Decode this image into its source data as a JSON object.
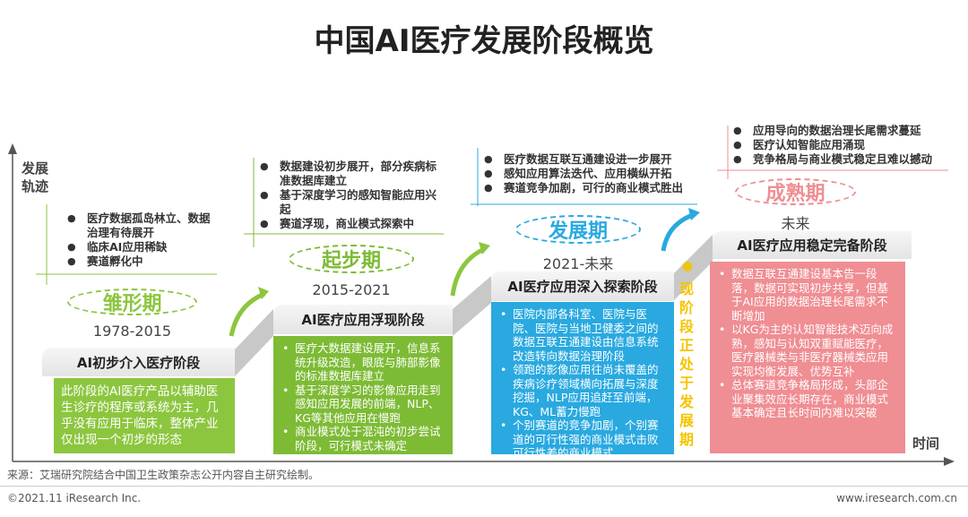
{
  "title": "中国AI医疗发展阶段概览",
  "axis": {
    "y_label": "发展轨迹",
    "x_label": "时间"
  },
  "stages": [
    {
      "name": "雏形期",
      "years": "1978-2015",
      "header": "AI初步介入医疗阶段",
      "color": "#8cc63f",
      "bullets": [
        "医疗数据孤岛林立、数据治理有待展开",
        "临床AI应用稀缺",
        "赛道孵化中"
      ],
      "description": "此阶段的AI医疗产品以辅助医生诊疗的程序或系统为主，几乎没有应用于临床，整体产业仅出现一个初步的形态"
    },
    {
      "name": "起步期",
      "years": "2015-2021",
      "header": "AI医疗应用浮现阶段",
      "color": "#7dbb35",
      "bullets": [
        "数据建设初步展开，部分疾病标准数据库建立",
        "基于深度学习的感知智能应用兴起",
        "赛道浮现，商业模式探索中"
      ],
      "details": [
        "医疗大数据建设展开，信息系统升级改造，眼底与肺部影像的标准数据库建立",
        "基于深度学习的影像应用走到感知应用发展的前端，NLP、KG等其他应用在慢跑",
        "商业模式处于混沌的初步尝试阶段，可行模式未确定"
      ]
    },
    {
      "name": "发展期",
      "years": "2021-未来",
      "header": "AI医疗应用深入探索阶段",
      "color": "#29a9e0",
      "bullets": [
        "医疗数据互联互通建设进一步展开",
        "感知应用算法迭代、应用横纵开拓",
        "赛道竞争加剧，可行的商业模式胜出"
      ],
      "details": [
        "医院内部各科室、医院与医院、医院与当地卫健委之间的数据互联互通建设由信息系统改造转向数据治理阶段",
        "领跑的影像应用往尚未覆盖的疾病诊疗领域横向拓展与深度挖掘，NLP应用追赶至前端，KG、ML蓄力慢跑",
        "个别赛道的竞争加剧，个别赛道的可行性强的商业模式击败可行性差的商业模式"
      ]
    },
    {
      "name": "成熟期",
      "years": "未来",
      "header": "AI医疗应用稳定完备阶段",
      "color": "#ef8e93",
      "bullets": [
        "应用导向的数据治理长尾需求蔓延",
        "医疗认知智能应用涌现",
        "竞争格局与商业模式稳定且难以撼动"
      ],
      "details": [
        "数据互联互通建设基本告一段落，数据可实现初步共享，但基于AI应用的数据治理长尾需求不断增加",
        "以KG为主的认知智能技术迈向成熟，感知与认知双重赋能医疗，医疗器械类与非医疗器械类应用实现均衡发展、优势互补",
        "总体赛道竞争格局形成，头部企业聚集效应长期存在，商业模式基本确定且长时间内难以突破"
      ]
    }
  ],
  "current_stage_note": "现阶段正处于发展期",
  "current_note_color": "#f5c400",
  "source": "来源：艾瑞研究院结合中国卫生政策杂志公开内容自主研究绘制。",
  "footer": {
    "copyright": "©2021.11 iResearch Inc.",
    "website": "www.iresearch.com.cn"
  }
}
